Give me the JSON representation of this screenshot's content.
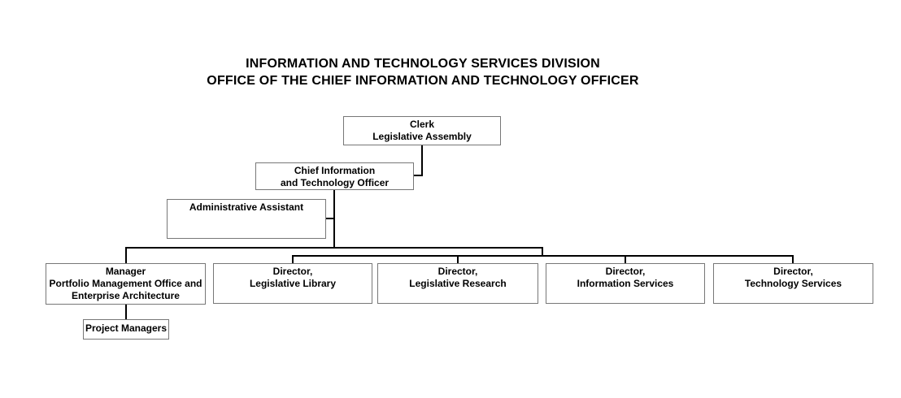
{
  "title": {
    "line1": "INFORMATION AND TECHNOLOGY SERVICES DIVISION",
    "line2": "OFFICE OF THE CHIEF INFORMATION AND TECHNOLOGY OFFICER"
  },
  "nodes": {
    "clerk": {
      "lines": [
        "Clerk",
        "Legislative Assembly"
      ]
    },
    "cio": {
      "lines": [
        "Chief Information",
        "and Technology Officer"
      ]
    },
    "admin_assistant": {
      "lines": [
        "Administrative Assistant"
      ]
    },
    "manager_pmo": {
      "lines": [
        "Manager",
        "Portfolio Management Office and",
        "Enterprise Architecture"
      ]
    },
    "director_library": {
      "lines": [
        "Director,",
        "Legislative Library"
      ]
    },
    "director_research": {
      "lines": [
        "Director,",
        "Legislative Research"
      ]
    },
    "director_info": {
      "lines": [
        "Director,",
        "Information Services"
      ]
    },
    "director_tech": {
      "lines": [
        "Director,",
        "Technology Services"
      ]
    },
    "project_managers": {
      "lines": [
        "Project Managers"
      ]
    }
  },
  "hierarchy": [
    {
      "from": "clerk",
      "to": "cio"
    },
    {
      "from": "cio",
      "to": "admin_assistant"
    },
    {
      "from": "cio",
      "to": "manager_pmo"
    },
    {
      "from": "cio",
      "to": "director_library"
    },
    {
      "from": "cio",
      "to": "director_research"
    },
    {
      "from": "cio",
      "to": "director_info"
    },
    {
      "from": "cio",
      "to": "director_tech"
    },
    {
      "from": "manager_pmo",
      "to": "project_managers"
    }
  ],
  "colors": {
    "background": "#ffffff",
    "box_border": "#777777",
    "connector": "#000000",
    "text": "#000000"
  }
}
